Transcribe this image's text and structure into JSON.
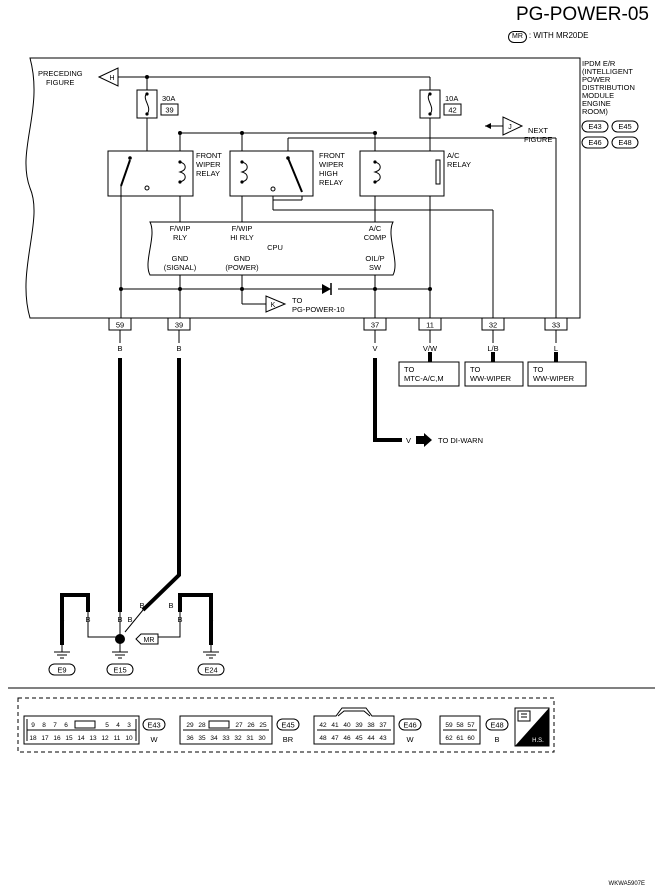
{
  "page": {
    "title": "PG-POWER-05",
    "option_code": "MR",
    "option_text": ": WITH MR20DE",
    "figure_code": "WKWA5907E"
  },
  "module": {
    "label_lines": [
      "IPDM E/R",
      "(INTELLIGENT",
      "POWER",
      "DISTRIBUTION",
      "MODULE",
      "ENGINE",
      "ROOM)"
    ],
    "connectors": [
      "E43",
      "E45",
      "E46",
      "E48"
    ]
  },
  "fuses": [
    {
      "rating": "30A",
      "number": "39"
    },
    {
      "rating": "10A",
      "number": "42"
    }
  ],
  "refs": {
    "preceding": {
      "letter": "H",
      "lines": [
        "PRECEDING",
        "FIGURE"
      ]
    },
    "next": {
      "letter": "J",
      "lines": [
        "NEXT",
        "FIGURE"
      ]
    },
    "ground_ref": {
      "letter": "K",
      "lines": [
        "TO",
        "PG-POWER-10"
      ]
    }
  },
  "relays": [
    {
      "lines": [
        "FRONT",
        "WIPER",
        "RELAY"
      ]
    },
    {
      "lines": [
        "FRONT",
        "WIPER",
        "HIGH",
        "RELAY"
      ]
    },
    {
      "lines": [
        "A/C",
        "RELAY"
      ]
    }
  ],
  "cpu": {
    "title": "CPU",
    "signals": [
      [
        "F/WIP",
        "RLY"
      ],
      [
        "F/WIP",
        "HI RLY"
      ],
      [
        "A/C",
        "COMP"
      ],
      [
        "GND",
        "(SIGNAL)"
      ],
      [
        "GND",
        "(POWER)"
      ],
      [
        "OIL/P",
        "SW"
      ]
    ]
  },
  "terminals": [
    {
      "number": "59",
      "wire": "B"
    },
    {
      "number": "39",
      "wire": "B"
    },
    {
      "number": "37",
      "wire": "V"
    },
    {
      "number": "11",
      "wire": "V/W"
    },
    {
      "number": "32",
      "wire": "L/B"
    },
    {
      "number": "33",
      "wire": "L"
    }
  ],
  "destinations": [
    {
      "lines": [
        "TO",
        "MTC-A/C,M"
      ]
    },
    {
      "lines": [
        "TO",
        "WW-WIPER"
      ]
    },
    {
      "lines": [
        "TO",
        "WW-WIPER"
      ]
    }
  ],
  "di_warn": {
    "wire": "V",
    "text": "TO DI-WARN"
  },
  "ground": {
    "option_code": "MR",
    "wire_labels": [
      "B",
      "B",
      "B",
      "B",
      "B",
      "B",
      "B",
      "B"
    ],
    "grounds": [
      "E9",
      "E15",
      "E24"
    ]
  },
  "connector_views": [
    {
      "id": "E43",
      "color": "W",
      "top_row": [
        "9",
        "8",
        "7",
        "6",
        "",
        "5",
        "4",
        "3"
      ],
      "bottom_row": [
        "18",
        "17",
        "16",
        "15",
        "14",
        "13",
        "12",
        "11",
        "10"
      ]
    },
    {
      "id": "E45",
      "color": "BR",
      "top_row": [
        "29",
        "28",
        "",
        "27",
        "26",
        "25"
      ],
      "bottom_row": [
        "36",
        "35",
        "34",
        "33",
        "32",
        "31",
        "30"
      ]
    },
    {
      "id": "E46",
      "color": "W",
      "top_row": [
        "42",
        "41",
        "40",
        "39",
        "38",
        "37"
      ],
      "bottom_row": [
        "48",
        "47",
        "46",
        "45",
        "44",
        "43"
      ]
    },
    {
      "id": "E48",
      "color": "B",
      "top_row": [
        "59",
        "58",
        "57"
      ],
      "bottom_row": [
        "62",
        "61",
        "60"
      ]
    }
  ],
  "hs_badge": "H.S."
}
